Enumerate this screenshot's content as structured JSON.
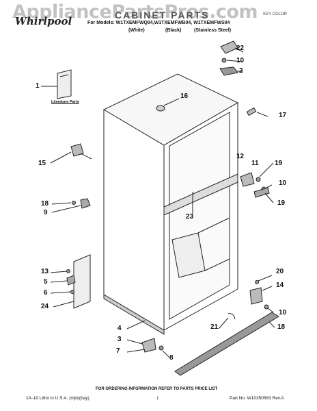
{
  "watermark": "AppliancePartsPros.com",
  "brand": "Whirlpool",
  "header": {
    "title": "CABINET PARTS",
    "models_line": "For Models: W1TXEMFWQ04,W1TXEMFWB04, W1TXEMFWS04",
    "colors": [
      "(White)",
      "(Black)",
      "(Stainless Steel)"
    ],
    "key": "KEY     COLOR"
  },
  "literature_label": "Literature Parts",
  "callouts": [
    "22",
    "10",
    "2",
    "1",
    "16",
    "17",
    "12",
    "11",
    "19",
    "15",
    "10",
    "18",
    "9",
    "23",
    "19",
    "13",
    "5",
    "6",
    "24",
    "20",
    "14",
    "10",
    "4",
    "3",
    "7",
    "8",
    "21",
    "18"
  ],
  "footer": {
    "ordering": "FOR ORDERING INFORMATION REFER TO PARTS PRICE LIST",
    "left": "10–10 Litho in U.S.A. (mjb)(bay)",
    "page": "1",
    "part_no": "Part No. W10350583 Rev.A"
  }
}
